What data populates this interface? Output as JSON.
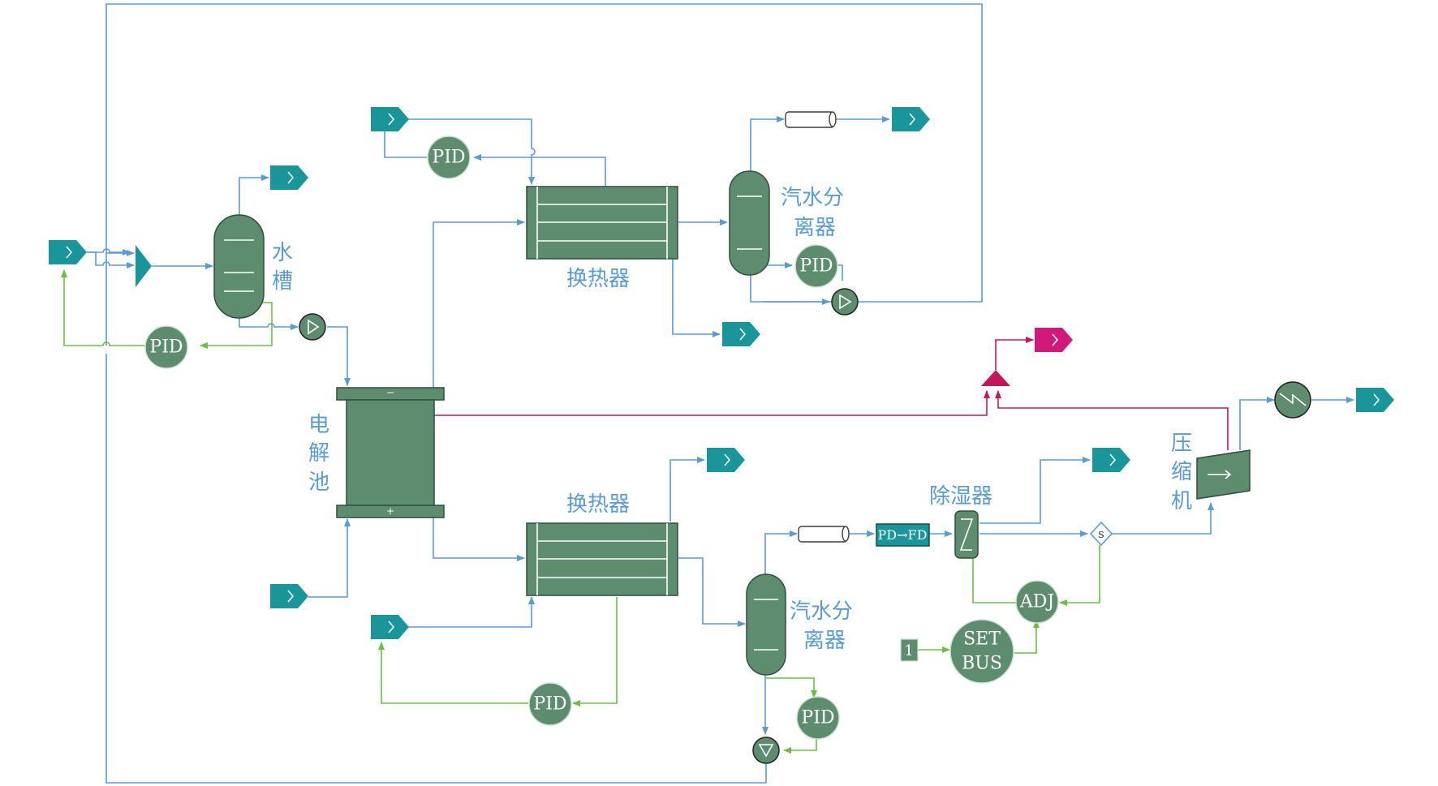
{
  "labels": {
    "water_tank": [
      "水",
      "槽"
    ],
    "heat_exchanger_top": "换热器",
    "heat_exchanger_bottom": "换热器",
    "separator_top": [
      "汽水分",
      "离器"
    ],
    "separator_bottom": [
      "汽水分",
      "离器"
    ],
    "electrolyzer": [
      "电",
      "解",
      "池"
    ],
    "dehumidifier": "除湿器",
    "compressor": [
      "压",
      "缩",
      "机"
    ]
  },
  "controllers": {
    "pid_top_hx": "PID",
    "pid_separator_top": "PID",
    "pid_tank": "PID",
    "pid_bottom_hx": "PID",
    "pid_separator_bottom": "PID",
    "adj": "ADJ",
    "set_bus_1": "SET",
    "set_bus_2": "BUS"
  },
  "blocks": {
    "pd_fd": "PD→FD",
    "constant": "1",
    "splitter": "s"
  },
  "electrolyzer_terminals": {
    "cathode": "−",
    "anode": "+"
  },
  "colors": {
    "stream": "#5b9bd5",
    "signal": "#6cbf45",
    "gas": "#c2185b",
    "equipment": "#5e8c6f",
    "port": "#1a969b",
    "product_port": "#d0197a"
  }
}
